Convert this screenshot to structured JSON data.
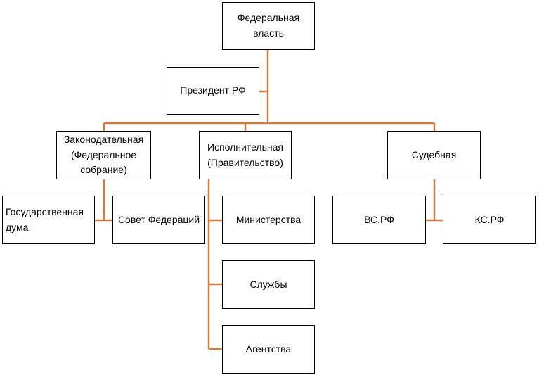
{
  "colors": {
    "connector": "#d07a3e",
    "box_border": "#000000",
    "text": "#000000"
  },
  "nodes": {
    "federal": "Федеральная\nвласть",
    "president": "Президент РФ",
    "legislative": "Законодательная\n(Федеральное\nсобрание)",
    "executive": "Исполнительная\n(Правительство)",
    "judicial": "Судебная",
    "duma": "Государственная\nдума",
    "council": "Совет Федераций",
    "ministries": "Министерства",
    "services": "Службы",
    "agencies": "Агентства",
    "vs": "ВС.РФ",
    "ks": "КС.РФ"
  }
}
